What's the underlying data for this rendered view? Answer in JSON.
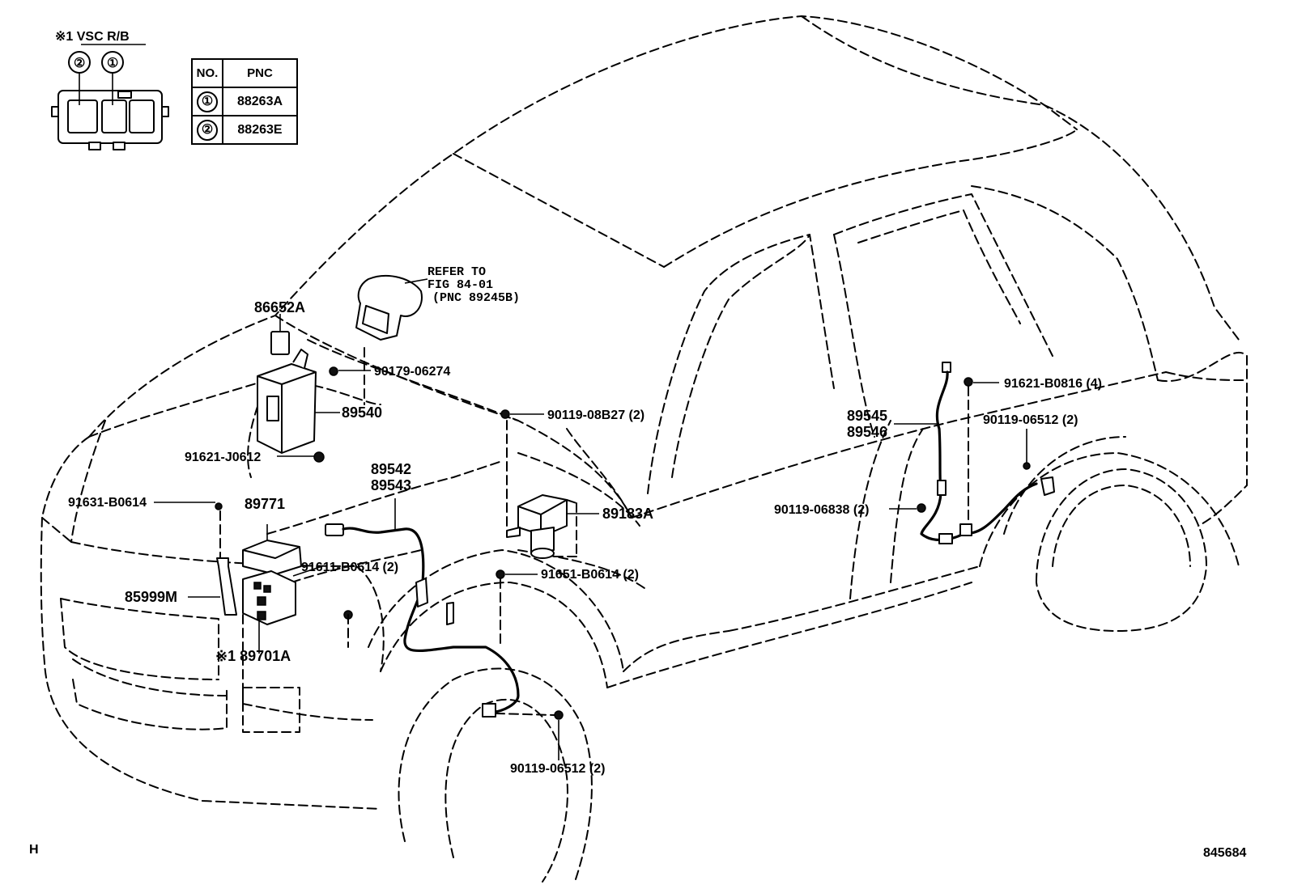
{
  "connector_title": "※1 VSC R/B",
  "connector_callouts": [
    "②",
    "①"
  ],
  "pnc_table": {
    "headers": [
      "NO.",
      "PNC"
    ],
    "rows": [
      {
        "no": "①",
        "pnc": "88263A"
      },
      {
        "no": "②",
        "pnc": "88263E"
      }
    ]
  },
  "refer_note": [
    "REFER TO",
    "FIG 84-01",
    "(PNC 89245B)"
  ],
  "labels": {
    "p86652A": "86652A",
    "p90179_06274": "90179-06274",
    "p89540": "89540",
    "p91621_J0612": "91621-J0612",
    "p90119_08B27": "90119-08B27 (2)",
    "p91621_B0816": "91621-B0816 (4)",
    "p90119_06512_rear": "90119-06512 (2)",
    "p89545": "89545",
    "p89546": "89546",
    "p89542": "89542",
    "p89543": "89543",
    "p91631_B0614": "91631-B0614",
    "p89771": "89771",
    "p89183A": "89183A",
    "p90119_06838": "90119-06838 (2)",
    "p91611_B0614": "91611-B0614 (2)",
    "p91651_B0614": "91651-B0614 (2)",
    "p85999M": "85999M",
    "p89701A": "※1 89701A",
    "p90119_06512_front": "90119-06512 (2)"
  },
  "corner_left": "H",
  "corner_right": "845684"
}
